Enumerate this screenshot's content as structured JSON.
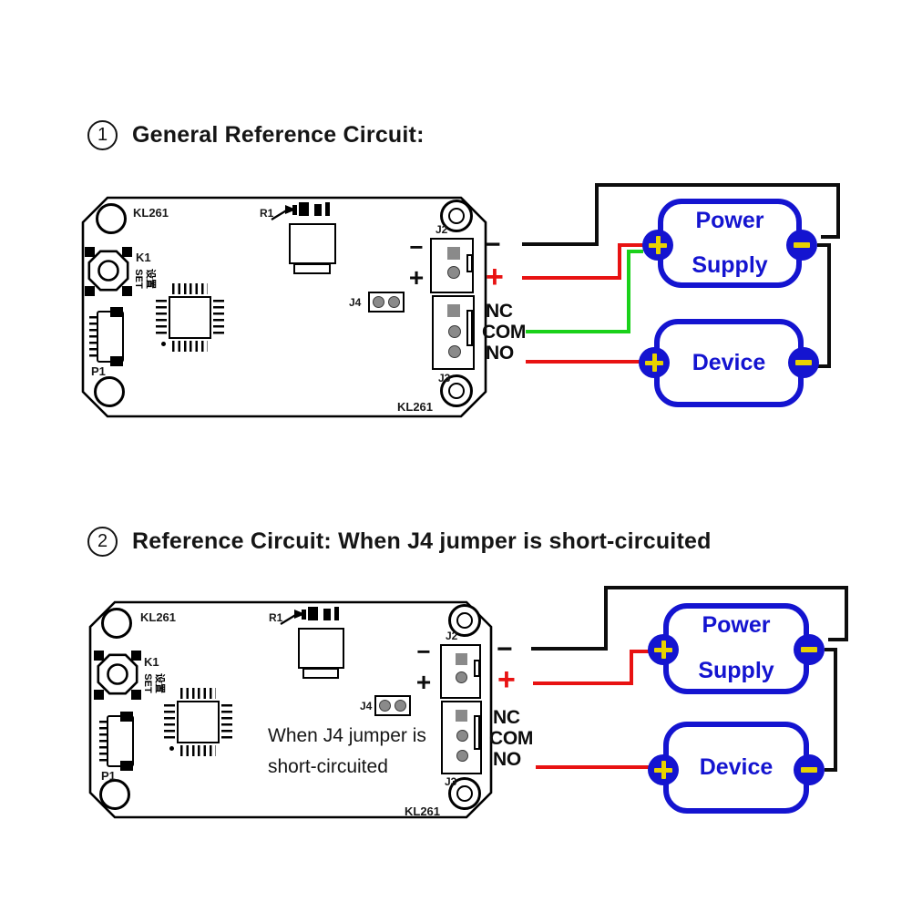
{
  "sections": [
    {
      "number": "1",
      "title": "General Reference Circuit:"
    },
    {
      "number": "2",
      "title": "Reference Circuit: When J4 jumper is short-circuited"
    }
  ],
  "pcb": {
    "model": "KL261",
    "labels": {
      "k1": "K1",
      "set_cn": "设置",
      "set_en": "SET",
      "p1": "P1",
      "r1": "R1",
      "j2": "J2",
      "j3": "J3",
      "j4": "J4"
    },
    "pin_minus": "−",
    "pin_plus": "+"
  },
  "wire_labels": {
    "minus": "−",
    "plus": "+",
    "nc": "NC",
    "com": "COM",
    "no": "NO"
  },
  "blocks": {
    "power_line1": "Power",
    "power_line2": "Supply",
    "device": "Device"
  },
  "note": {
    "line1": "When J4 jumper is",
    "line2": "short-circuited"
  },
  "colors": {
    "blue": "#1414d0",
    "yellow": "#e8d200",
    "red": "#e81212",
    "green": "#1ad11a",
    "black": "#0d0d0d",
    "pad_gray": "#8a8a8a"
  }
}
